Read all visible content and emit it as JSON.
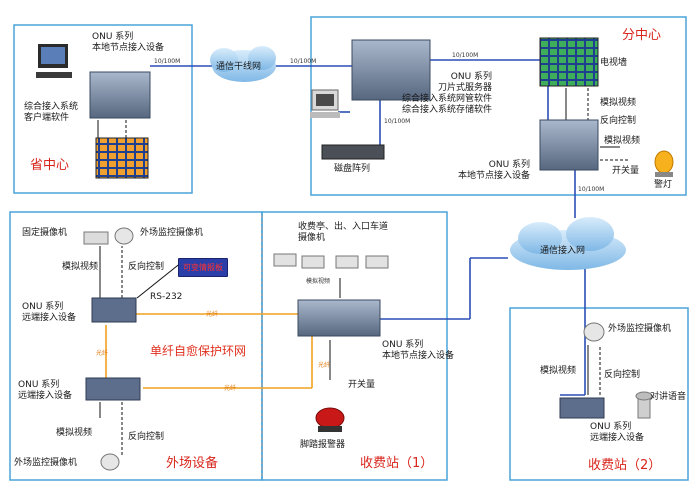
{
  "colors": {
    "box_border": "#4aa3d8",
    "link_blue": "#2a4fb5",
    "fiber_orange": "#f2a01e",
    "region_red": "#d9261c",
    "cloud": "#8fc4ec",
    "device": "#6a7d9a"
  },
  "province": {
    "device_label": "ONU 系列\n本地节点接入设备",
    "client_label": "综合接入系统\n客户端软件",
    "region_label": "省中心",
    "link_speed": "10/100M"
  },
  "backbone": {
    "label": "通信干线网",
    "link_speed": "10/100M"
  },
  "branch": {
    "region_label": "分中心",
    "tvwall_label": "电视墙",
    "server_label": "ONU 系列\n刀片式服务器\n综合接入系统网管软件\n综合接入系统存储软件",
    "disk_label": "磁盘阵列",
    "analog_video": "模拟视频",
    "reverse_control": "反向控制",
    "analog_video2": "模拟视频",
    "switch_qty": "开关量",
    "alarm_label": "警灯",
    "onu_label": "ONU 系列\n本地节点接入设备",
    "speed_server": "10/100M",
    "speed_disk": "10/100M",
    "speed_uplink": "10/100M"
  },
  "access": {
    "label": "通信接入网"
  },
  "field": {
    "fixed_camera": "固定摄像机",
    "ext_camera_top": "外场监控摄像机",
    "analog_video": "模拟视频",
    "reverse_control": "反向控制",
    "info_board": "可变情报板",
    "rs232": "RS-232",
    "onu1": "ONU 系列\n远端接入设备",
    "ring_label": "单纤自愈保护环网",
    "fiber": "光纤",
    "onu2": "ONU 系列\n远端接入设备",
    "analog_video_bottom": "模拟视频",
    "reverse_control_bottom": "反向控制",
    "ext_camera_bottom": "外场监控摄像机",
    "region_label": "外场设备"
  },
  "toll1": {
    "cameras_label": "收费亭、出、入口车道\n摄像机",
    "analog_video": "模拟视频",
    "onu_label": "ONU 系列\n本地节点接入设备",
    "switch_qty": "开关量",
    "foot_alarm": "脚踏报警器",
    "region_label": "收费站（1）"
  },
  "toll2": {
    "camera_label": "外场监控摄像机",
    "analog_video": "模拟视频",
    "reverse_control": "反向控制",
    "intercom": "对讲语音",
    "onu_label": "ONU 系列\n远端接入设备",
    "region_label": "收费站（2）"
  }
}
